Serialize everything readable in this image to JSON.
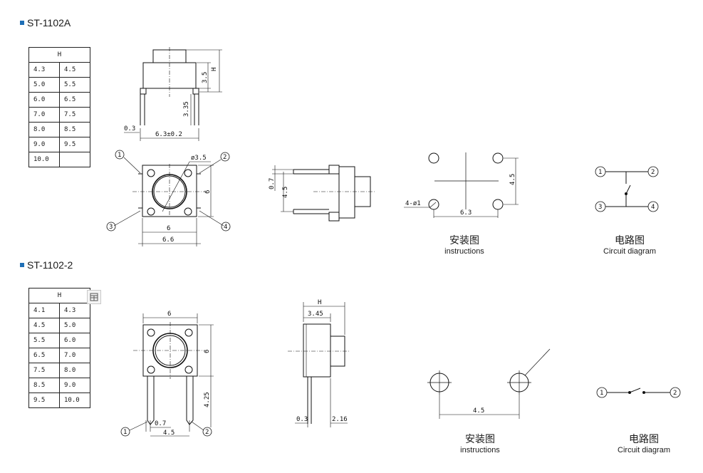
{
  "section_a": {
    "title": "ST-1102A",
    "table_header": "H",
    "rows": [
      [
        "4.3",
        "4.5"
      ],
      [
        "5.0",
        "5.5"
      ],
      [
        "6.0",
        "6.5"
      ],
      [
        "7.0",
        "7.5"
      ],
      [
        "8.0",
        "8.5"
      ],
      [
        "9.0",
        "9.5"
      ],
      [
        "10.0",
        ""
      ]
    ],
    "dims": {
      "h": "H",
      "d35": "3.5",
      "d335": "3.35",
      "d03": "0.3",
      "d63": "6.3±0.2",
      "dia": "ø3.5",
      "d6": "6",
      "d66": "6.6",
      "d6v": "6",
      "d07": "0.7",
      "d45": "4.5",
      "d45i": "4.5",
      "d63i": "6.3",
      "hole": "4-ø1"
    },
    "pins": [
      "1",
      "2",
      "3",
      "4"
    ],
    "circuit_pins": [
      "1",
      "2",
      "3",
      "4"
    ],
    "install_caption": {
      "zh": "安装图",
      "en": "instructions"
    },
    "circuit_caption": {
      "zh": "电路图",
      "en": "Circuit diagram"
    }
  },
  "section_b": {
    "title": "ST-1102-2",
    "table_header": "H",
    "rows": [
      [
        "4.1",
        "4.3"
      ],
      [
        "4.5",
        "5.0"
      ],
      [
        "5.5",
        "6.0"
      ],
      [
        "6.5",
        "7.0"
      ],
      [
        "7.5",
        "8.0"
      ],
      [
        "8.5",
        "9.0"
      ],
      [
        "9.5",
        "10.0"
      ]
    ],
    "dims": {
      "d6": "6",
      "d6v": "6",
      "d425": "4.25",
      "d07": "0.7",
      "d45": "4.5",
      "h": "H",
      "d345": "3.45",
      "d03": "0.3",
      "d216": "2.16",
      "d45i": "4.5"
    },
    "pins": [
      "1",
      "2"
    ],
    "circuit_pins": [
      "1",
      "2"
    ],
    "install_caption": {
      "zh": "安装图",
      "en": "instructions"
    },
    "circuit_caption": {
      "zh": "电路图",
      "en": "Circuit diagram"
    }
  },
  "colors": {
    "accent": "#1f6fb6",
    "line": "#111111"
  },
  "icons": {
    "section_marker": "square-bullet-icon",
    "table_tool": "table-select-icon"
  }
}
